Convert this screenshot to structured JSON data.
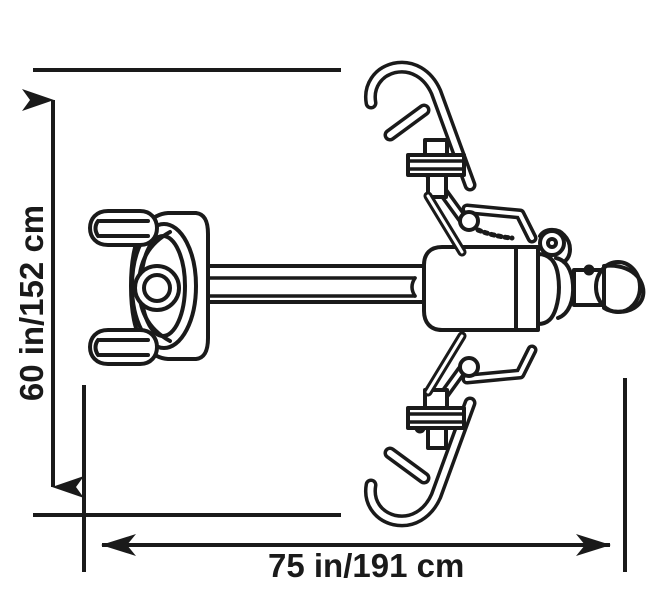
{
  "document": {
    "kind": "dimension-drawing",
    "title": "Exercise machine footprint dimensions",
    "view": "top view",
    "background_color": "#ffffff",
    "line_color": "#1a1a1a"
  },
  "dimensions": {
    "vertical": {
      "label": "60 in/152 cm",
      "value_in": 60,
      "value_cm": 152,
      "orientation": "vertical",
      "measures": "width"
    },
    "horizontal": {
      "label": "75 in/191 cm",
      "value_in": 75,
      "value_cm": 191,
      "orientation": "horizontal",
      "measures": "length"
    }
  },
  "machine": {
    "name": "elliptical-cross-trainer",
    "parts": [
      {
        "name": "front-stabilizer-foot-upper",
        "type": "oval-foot"
      },
      {
        "name": "front-stabilizer-foot-lower",
        "type": "oval-foot"
      },
      {
        "name": "flywheel-housing",
        "type": "oval-housing"
      },
      {
        "name": "main-frame-tube",
        "type": "beam"
      },
      {
        "name": "body-console-unit",
        "type": "rounded-rect"
      },
      {
        "name": "handlebar-upper",
        "type": "curved-tube"
      },
      {
        "name": "handlebar-lower",
        "type": "curved-tube"
      },
      {
        "name": "pedal-arm-upper",
        "type": "linkage"
      },
      {
        "name": "pedal-arm-lower",
        "type": "linkage"
      },
      {
        "name": "pivot-hub-upper",
        "type": "hub"
      },
      {
        "name": "pivot-hub-lower",
        "type": "hub"
      },
      {
        "name": "rear-stabilizer-foot",
        "type": "capped-stub"
      }
    ]
  }
}
